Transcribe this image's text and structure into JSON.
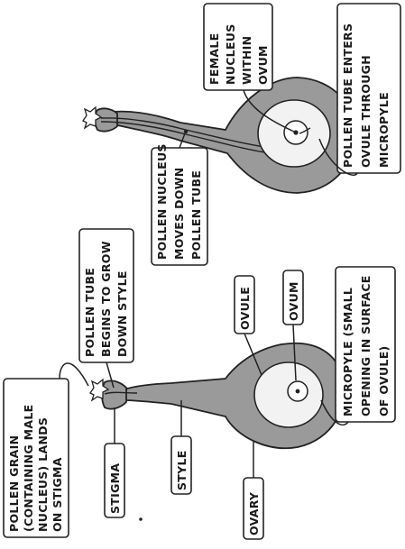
{
  "labels": {
    "pollen_grain": [
      "POLLEN GRAIN",
      "(CONTAINING MALE",
      "NUCLEUS) LANDS",
      "ON STIGMA"
    ],
    "stigma": "STIGMA",
    "style": "STYLE",
    "ovary": "OVARY",
    "tube_begins": [
      "POLLEN TUBE",
      "BEGINS TO GROW",
      "DOWN STYLE"
    ],
    "ovule": "OVULE",
    "ovum": "OVUM",
    "micropyle": [
      "MICROPYLE (SMALL",
      "OPENING IN SURFACE",
      "OF OVULE)"
    ],
    "nucleus_moves": [
      "POLLEN NUCLEUS",
      "MOVES DOWN",
      "POLLEN TUBE"
    ],
    "female_nucleus": [
      "FEMALE",
      "NUCLEUS",
      "WITHIN",
      "OVUM"
    ],
    "tube_enters": [
      "POLLEN TUBE ENTERS",
      "OVULE THROUGH",
      "MICROPYLE"
    ]
  }
}
